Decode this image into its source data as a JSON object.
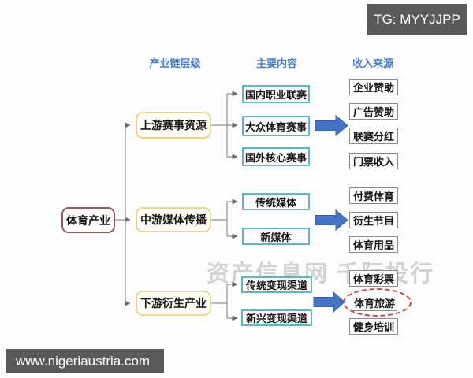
{
  "badges": {
    "top": "TG: MYYJJPP",
    "bottom": "www.nigeriaustria.com"
  },
  "watermark": "资产信息网 千际投行",
  "headers": [
    "产业链层级",
    "主要内容",
    "收入来源"
  ],
  "root": "体育产业",
  "levels": [
    "上游赛事资源",
    "中游媒体传播",
    "下游衍生产业"
  ],
  "contents": [
    "国内职业联赛",
    "大众体育赛事",
    "国外核心赛事",
    "传统媒体",
    "新媒体",
    "传统变现渠道",
    "新兴变现渠道"
  ],
  "revenues": [
    "企业赞助",
    "广告赞助",
    "联赛分红",
    "门票收入",
    "付费体育",
    "衍生节目",
    "体育用品",
    "体育彩票",
    "体育旅游",
    "健身培训"
  ],
  "highlighted_revenue": "体育旅游",
  "colors": {
    "header_text": "#4a7ebf",
    "root_border": "#8d5c5c",
    "level_border": "#e4d795",
    "content_border": "#5fb7ba",
    "revenue_border": "#8c8c8c",
    "flow_arrow": "#4472c4",
    "connector": "#8f8f8f",
    "highlight_dash": "#cc4747",
    "badge_background": "#58595b"
  }
}
